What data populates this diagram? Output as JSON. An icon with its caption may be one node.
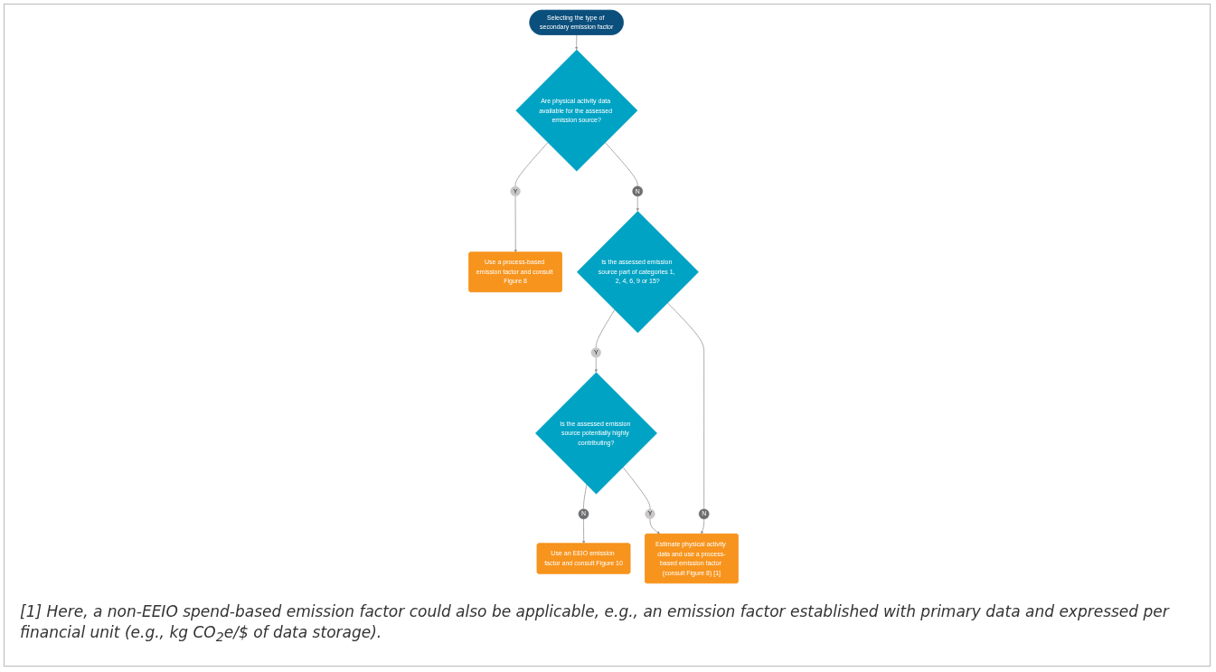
{
  "diagram": {
    "caption": "[1] Here, a non-EEIO spend-based emission factor could also be applicable, e.g., an emission factor established with primary data and expressed per financial unit (e.g., kg CO$_{2}$e/$ of data storage).",
    "nodes": [
      {
        "text": [
          "Selecting the type of secondary emission factor"
        ]
      },
      {
        "text": [
          "Are physical activity data available for the assessed emission source?"
        ]
      },
      {
        "text": [
          "Y"
        ]
      },
      {
        "text": [
          "N"
        ]
      },
      {
        "text": [
          "Is the assessed emission source part of categories 1, 2, 4, 6, 9 or 15?"
        ]
      },
      {
        "text": [
          "Use a process-based emission factor and consult Figure 8"
        ]
      },
      {
        "text": [
          "Y"
        ]
      },
      {
        "text": [
          "N"
        ]
      },
      {
        "text": [
          "Is the assessed emission source potentially highly contributing?"
        ]
      },
      {
        "text": [
          "Use an EEIO emission factor and consult Figure 10"
        ]
      },
      {
        "text": [
          "N"
        ]
      },
      {
        "text": [
          "Y"
        ]
      },
      {
        "text": [
          "Estimate physical activity data and use a process-based emission factor (consult Figure 8) [1]"
        ]
      }
    ],
    "edges": [
      {
        "from": 0,
        "to": 1,
        "arrow": "to"
      },
      {
        "from": 1,
        "to": 2,
        "arrow": "none"
      },
      {
        "from": 2,
        "to": 5,
        "arrow": "to"
      },
      {
        "from": 1,
        "to": 3,
        "arrow": "none"
      },
      {
        "from": 3,
        "to": 4,
        "arrow": "to"
      },
      {
        "from": 4,
        "to": 6,
        "arrow": "none"
      },
      {
        "from": 4,
        "to": 7,
        "arrow": "none"
      },
      {
        "from": 6,
        "to": 8,
        "arrow": "to"
      },
      {
        "from": 7,
        "to": 12,
        "arrow": "to"
      },
      {
        "from": 8,
        "to": 10,
        "arrow": "none"
      },
      {
        "from": 10,
        "to": 9,
        "arrow": "to"
      },
      {
        "from": 8,
        "to": 11,
        "arrow": "none"
      },
      {
        "from": 11,
        "to": 12,
        "arrow": "to"
      }
    ]
  }
}
